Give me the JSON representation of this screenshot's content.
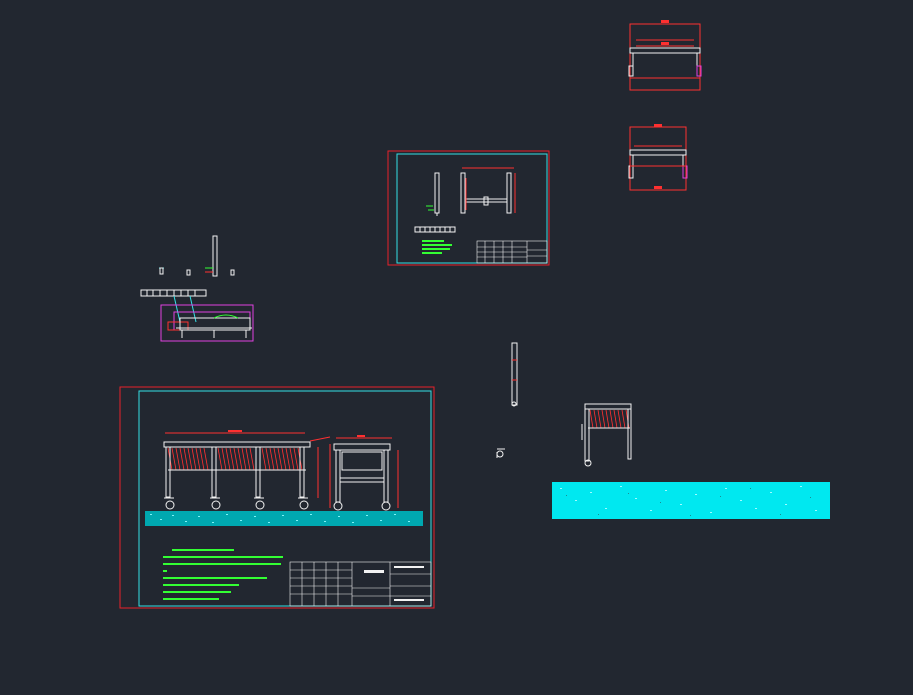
{
  "app": {
    "kind": "cad-model-space-viewer"
  },
  "colors": {
    "background": "#222730",
    "frame_red": "#e8202a",
    "frame_cyan": "#34e0e6",
    "line_white": "#f2f2f2",
    "dim_red": "#ff3030",
    "green": "#33ff33",
    "magenta": "#e040e0",
    "ground_cyan": "#00e8f0",
    "blue": "#2060ff"
  },
  "legend": {
    "large_sheet_notes_lines": 7,
    "small_sheet_notes_lines": 4
  }
}
